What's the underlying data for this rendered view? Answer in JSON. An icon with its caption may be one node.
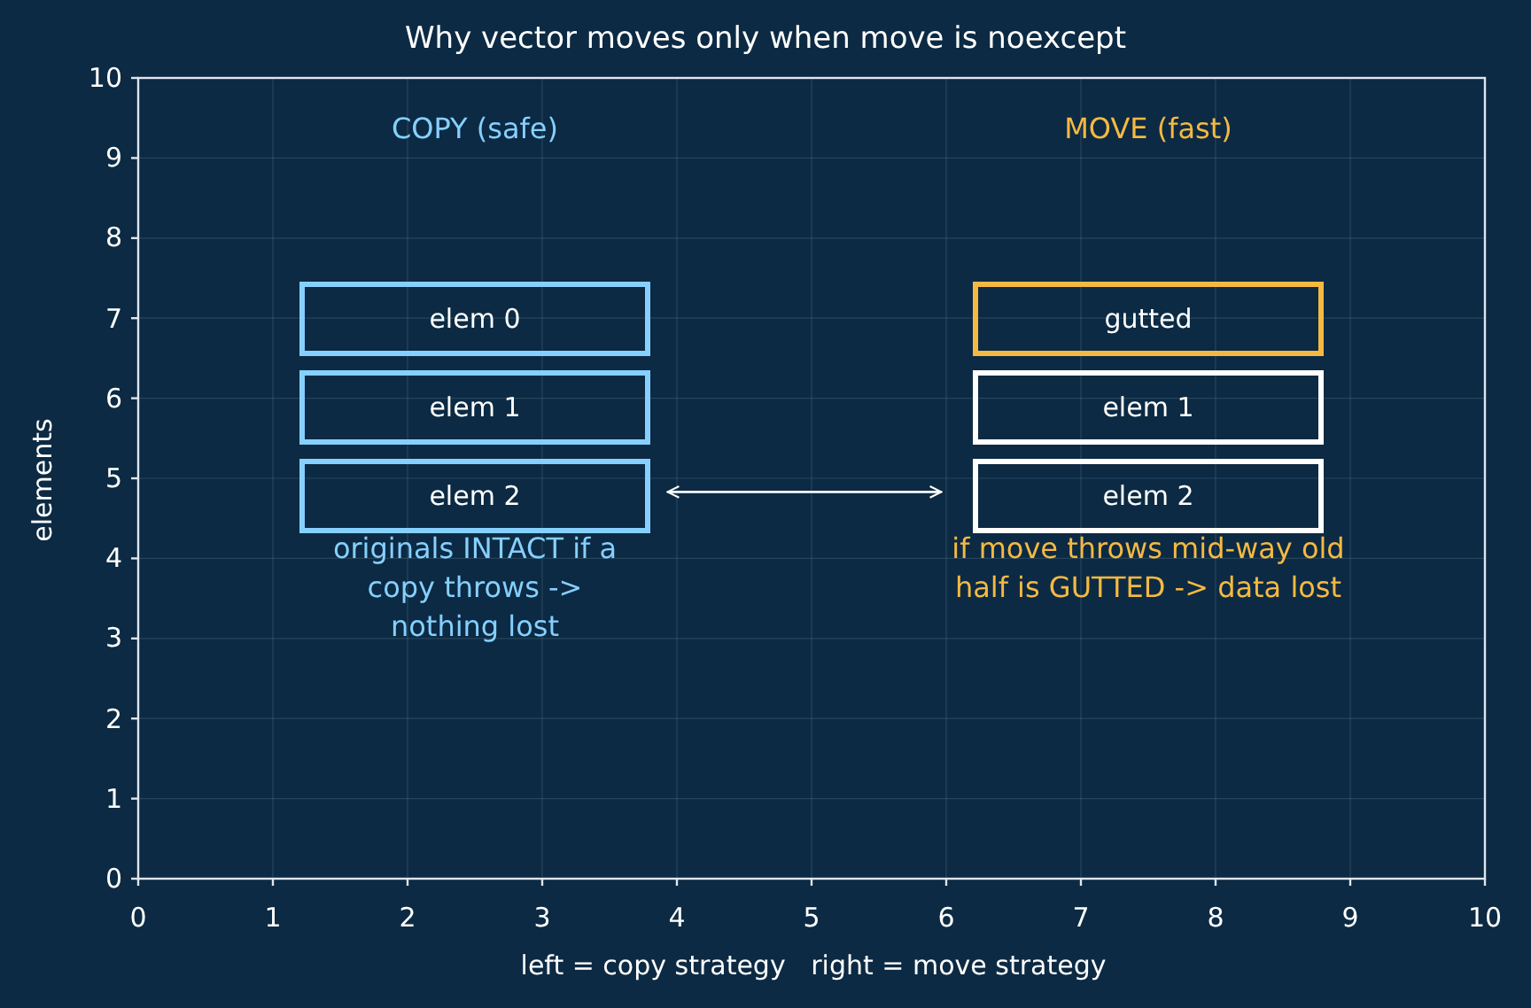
{
  "diagram": {
    "title": "Why vector moves only when move is noexcept",
    "nodes": [
      {
        "text": [
          "elem 0"
        ]
      },
      {
        "text": [
          "elem 1"
        ]
      },
      {
        "text": [
          "elem 2"
        ]
      },
      {
        "text": [
          "gutted"
        ]
      },
      {
        "text": [
          "elem 1"
        ]
      },
      {
        "text": [
          "elem 2"
        ]
      }
    ],
    "edges": [
      {
        "from": 2,
        "to": 5,
        "arrow": "both"
      }
    ],
    "labels": [
      "COPY (safe)",
      "MOVE (fast)",
      "originals INTACT if a copy throws -> nothing lost",
      "if move throws mid-way old half is GUTTED -> data lost",
      "elements",
      "left = copy strategy   right = move strategy",
      "0",
      "1",
      "2",
      "3",
      "4",
      "5",
      "6",
      "7",
      "8",
      "9",
      "10",
      "0",
      "1",
      "2",
      "3",
      "4",
      "5",
      "6",
      "7",
      "8",
      "9",
      "10"
    ]
  }
}
